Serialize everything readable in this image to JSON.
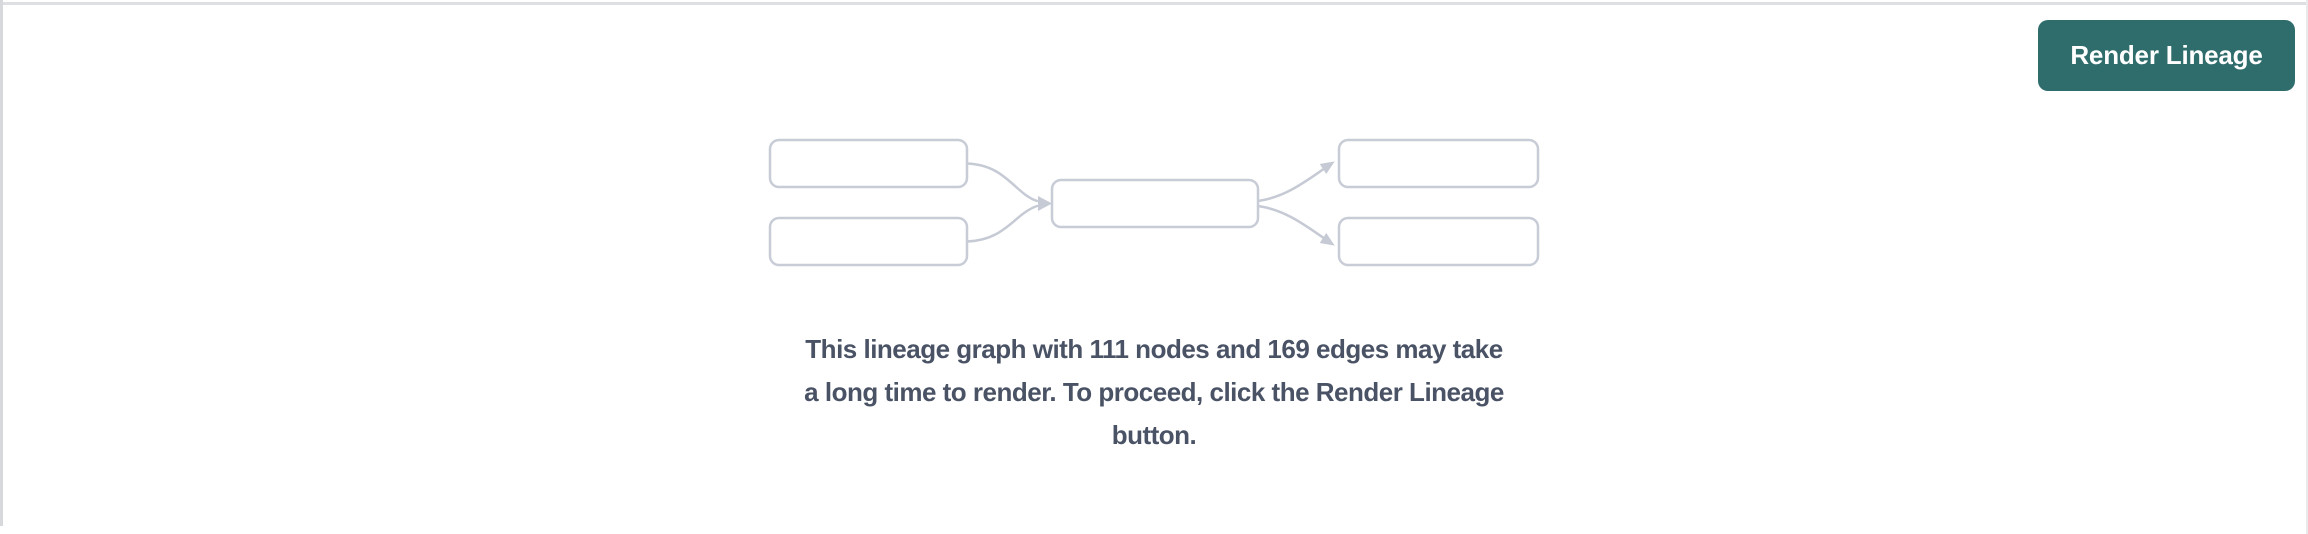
{
  "toolbar": {
    "render_lineage_button": {
      "label": "Render Lineage"
    }
  },
  "empty_state": {
    "graphic": "lineage-graph-preview",
    "node_count": 111,
    "edge_count": 169,
    "message_lines": [
      "This lineage graph with 111 nodes and 169 edges may take",
      "a long time to render. To proceed, click the Render Lineage",
      "button."
    ]
  },
  "colors": {
    "button_background": "#2F6C6C",
    "button_text": "#FFFFFF",
    "message_text": "#4A5365",
    "graph_outline": "#C8CCD6",
    "graph_edge": "#C6CAD4",
    "panel_border": "#D6D8DC"
  }
}
